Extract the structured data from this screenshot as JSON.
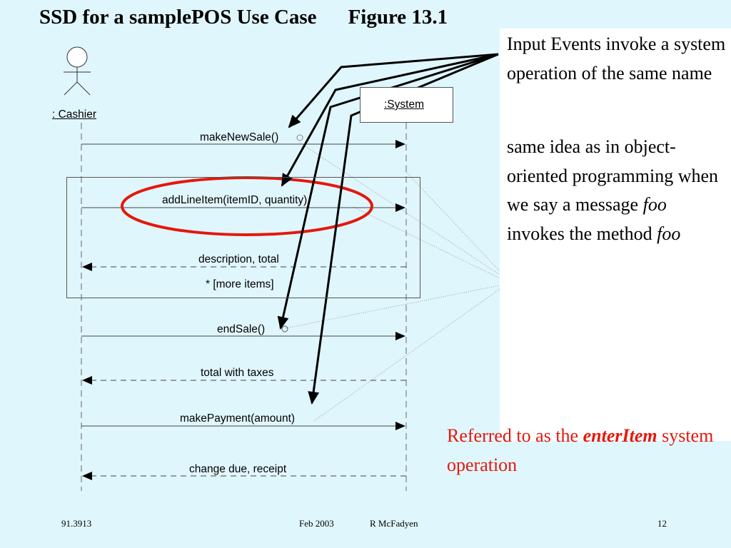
{
  "title": {
    "main": "SSD for a samplePOS Use Case",
    "figure": "Figure 13.1"
  },
  "diagram": {
    "actor": ": Cashier",
    "system": ":System",
    "messages": {
      "m1": "makeNewSale()",
      "m2": "addLineItem(itemID, quantity)",
      "m3": "description, total",
      "loop": "* [more items]",
      "m4": "endSale()",
      "m5": "total with taxes",
      "m6": "makePayment(amount)",
      "m7": "change due, receipt"
    }
  },
  "notes": {
    "n1": "Input Events invoke a system operation of the same name",
    "n2_pre": "same idea as in object-oriented programming when we say a message ",
    "n2_foo1": "foo",
    "n2_mid": " invokes the method ",
    "n2_foo2": "foo"
  },
  "referral": {
    "pre": "Referred to as the ",
    "em": "enterItem",
    "post": " system operation"
  },
  "footer": {
    "left": "91.3913",
    "date": "Feb 2003",
    "author": "R McFadyen",
    "page": "12"
  },
  "colors": {
    "background": "#e0f6fd",
    "highlight": "#e4180c",
    "note_box": "#ffffff"
  }
}
